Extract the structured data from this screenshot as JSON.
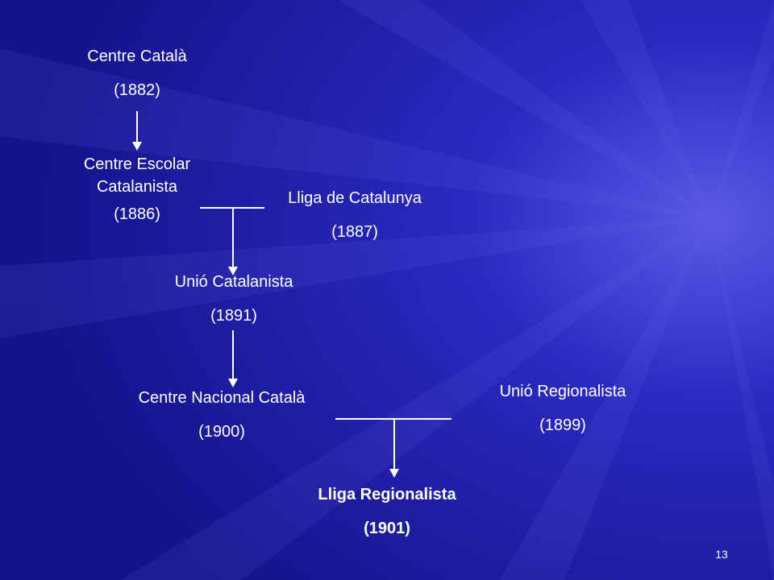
{
  "nodes": {
    "centre_catala": {
      "name": "Centre Català",
      "year": "(1882)"
    },
    "centre_escolar": {
      "name_line1": "Centre Escolar",
      "name_line2": "Catalanista",
      "year": "(1886)"
    },
    "lliga_catalunya": {
      "name": "Lliga de Catalunya",
      "year": "(1887)"
    },
    "unio_catalanista": {
      "name": "Unió Catalanista",
      "year": "(1891)"
    },
    "centre_nacional": {
      "name": "Centre Nacional Català",
      "year": "(1900)"
    },
    "unio_regionalista": {
      "name": "Unió Regionalista",
      "year": "(1899)"
    },
    "lliga_regionalista": {
      "name": "Lliga Regionalista",
      "year": "(1901)"
    }
  },
  "page_number": "13",
  "colors": {
    "background": "#1c1ca0",
    "text": "#ffffff",
    "connector": "#ffffff"
  }
}
